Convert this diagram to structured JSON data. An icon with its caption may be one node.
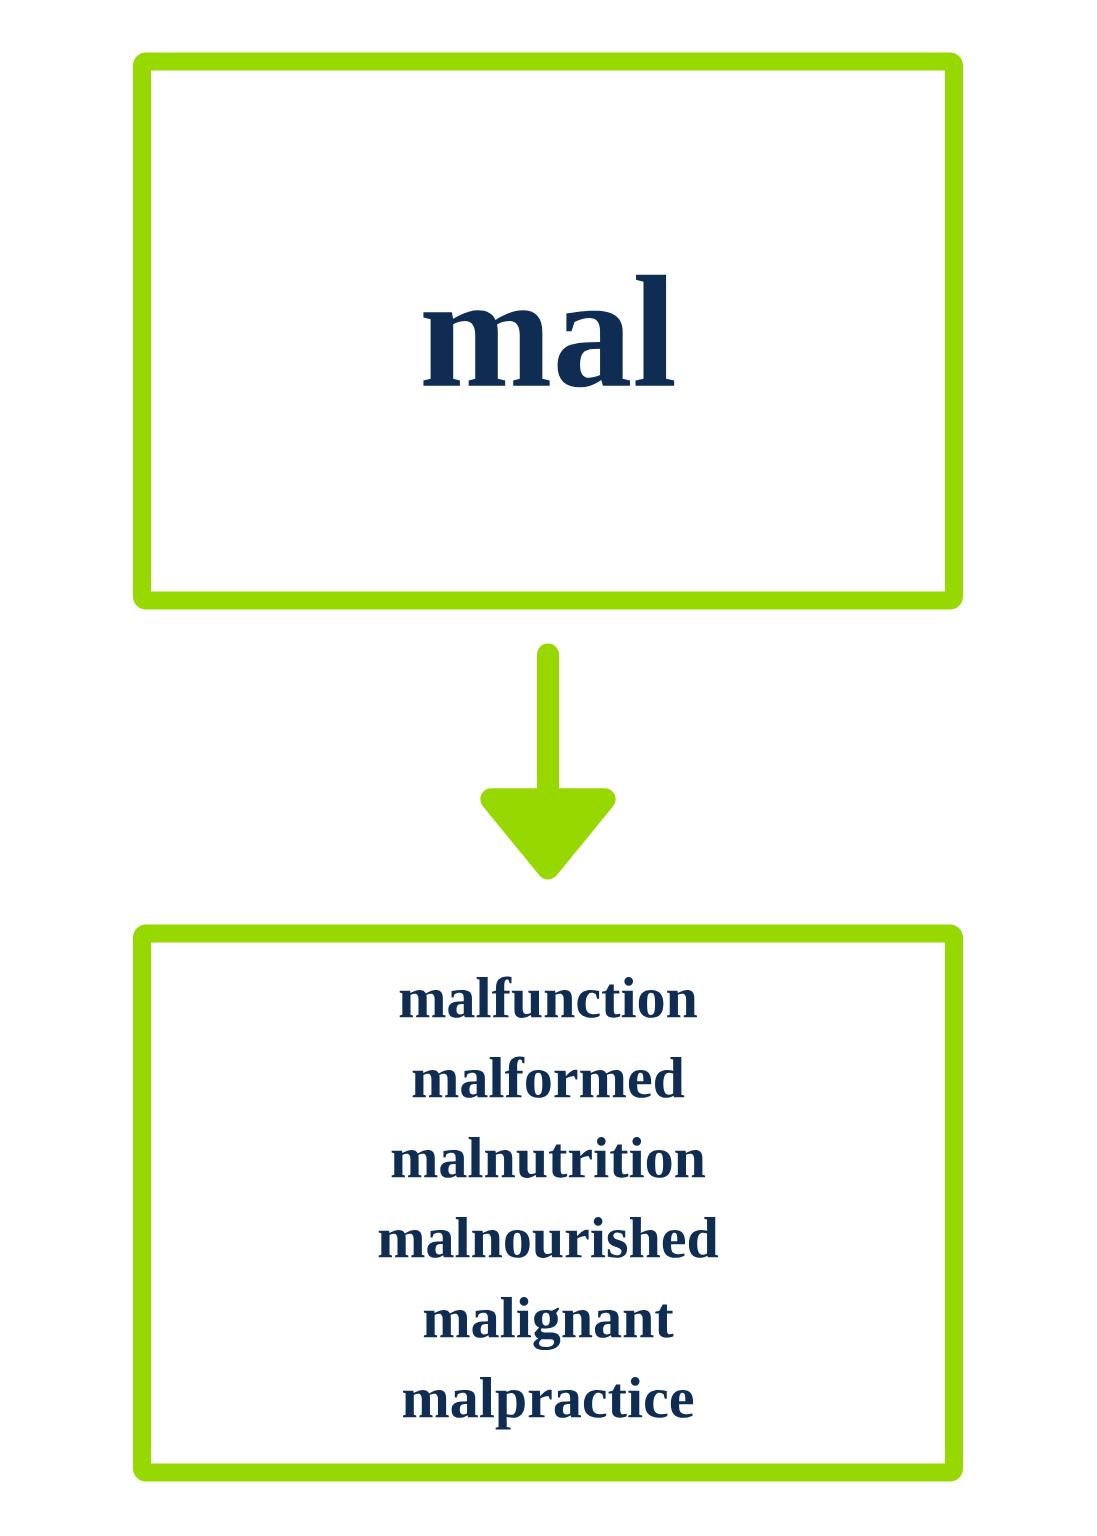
{
  "diagram": {
    "nodes": [
      {
        "text": [
          "mal"
        ]
      },
      {
        "text": [
          "malfunction",
          "malformed",
          "malnutrition",
          "malnourished",
          "malignant",
          "malpractice"
        ]
      }
    ],
    "edges": [
      {
        "from": 0,
        "to": 1,
        "arrow": "to"
      }
    ]
  }
}
